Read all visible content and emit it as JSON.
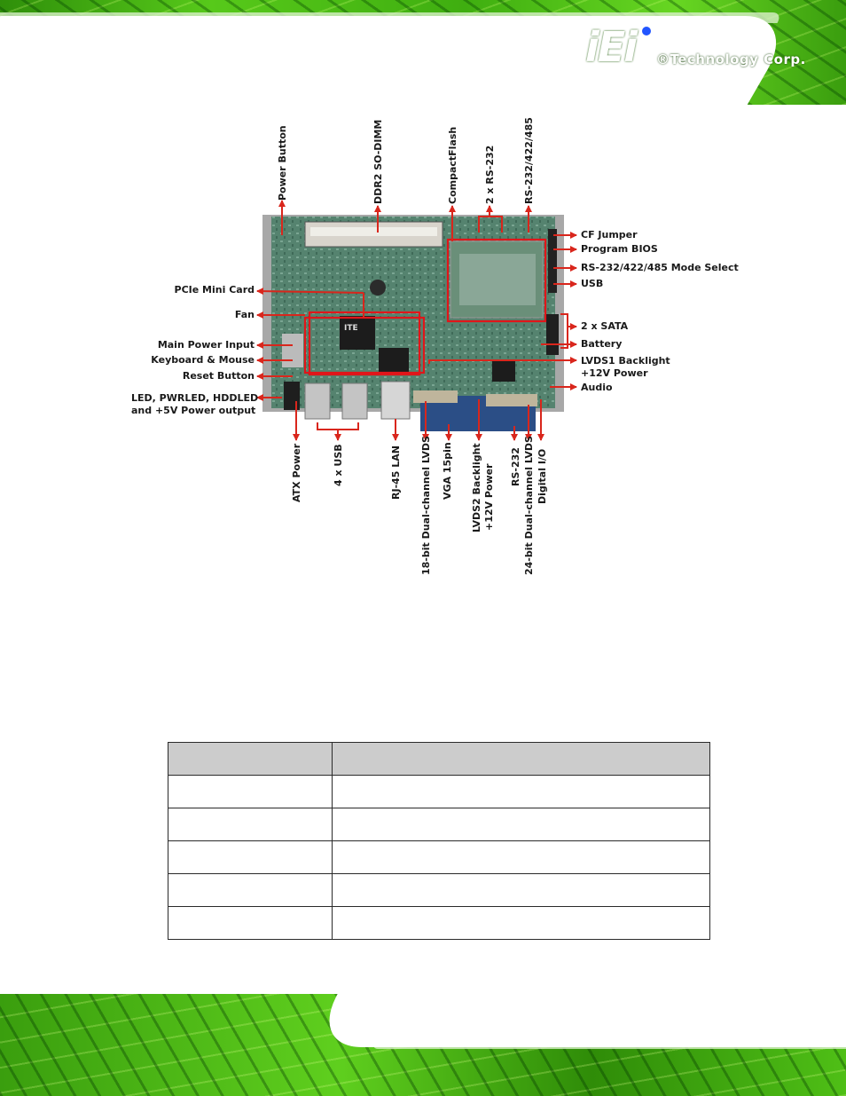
{
  "brand": {
    "logo_mark": "iEi",
    "logo_text": "®Technology Corp."
  },
  "diagram": {
    "top_labels": [
      {
        "id": "power-button",
        "text": "Power Button"
      },
      {
        "id": "ddr2",
        "text": "DDR2 SO-DIMM"
      },
      {
        "id": "compactflash",
        "text": "CompactFlash"
      },
      {
        "id": "rs232x2",
        "text": "2 x RS-232"
      },
      {
        "id": "rs232-422-485",
        "text": "RS-232/422/485"
      }
    ],
    "right_labels": [
      {
        "id": "cf-jumper",
        "text": "CF Jumper"
      },
      {
        "id": "program-bios",
        "text": "Program BIOS"
      },
      {
        "id": "rs-mode-select",
        "text": "RS-232/422/485 Mode Select"
      },
      {
        "id": "usb",
        "text": "USB"
      },
      {
        "id": "sata",
        "text": "2 x SATA"
      },
      {
        "id": "battery",
        "text": "Battery"
      },
      {
        "id": "lvds1-line1",
        "text": "LVDS1 Backlight"
      },
      {
        "id": "lvds1-line2",
        "text": "+12V Power"
      },
      {
        "id": "audio",
        "text": "Audio"
      }
    ],
    "left_labels": [
      {
        "id": "pcie",
        "text": "PCIe Mini Card"
      },
      {
        "id": "fan",
        "text": "Fan"
      },
      {
        "id": "main-power",
        "text": "Main Power Input"
      },
      {
        "id": "kb-mouse",
        "text": "Keyboard & Mouse"
      },
      {
        "id": "reset",
        "text": "Reset Button"
      },
      {
        "id": "led-line1",
        "text": "LED, PWRLED, HDDLED"
      },
      {
        "id": "led-line2",
        "text": "and +5V Power output"
      }
    ],
    "bottom_labels": [
      {
        "id": "atx-power",
        "text": "ATX Power"
      },
      {
        "id": "usb4",
        "text": "4 x USB"
      },
      {
        "id": "rj45",
        "text": "RJ-45 LAN"
      },
      {
        "id": "lvds18",
        "text": "18-bit Dual-channel LVDS"
      },
      {
        "id": "vga",
        "text": "VGA 15pin"
      },
      {
        "id": "lvds2-line1",
        "text": "LVDS2 Backlight"
      },
      {
        "id": "lvds2-line2",
        "text": "+12V Power"
      },
      {
        "id": "rs232",
        "text": "RS-232"
      },
      {
        "id": "lvds24",
        "text": "24-bit Dual-channel LVDS"
      },
      {
        "id": "dio",
        "text": "Digital I/O"
      }
    ],
    "chip_label": "ITE",
    "colors": {
      "arrow": "#d9261c",
      "highlight": "#e0161a",
      "board": "#4f7f6a"
    }
  },
  "table": {
    "header": [
      "",
      ""
    ],
    "rows": [
      [
        "",
        ""
      ],
      [
        "",
        ""
      ],
      [
        "",
        ""
      ],
      [
        "",
        ""
      ],
      [
        "",
        ""
      ]
    ]
  }
}
